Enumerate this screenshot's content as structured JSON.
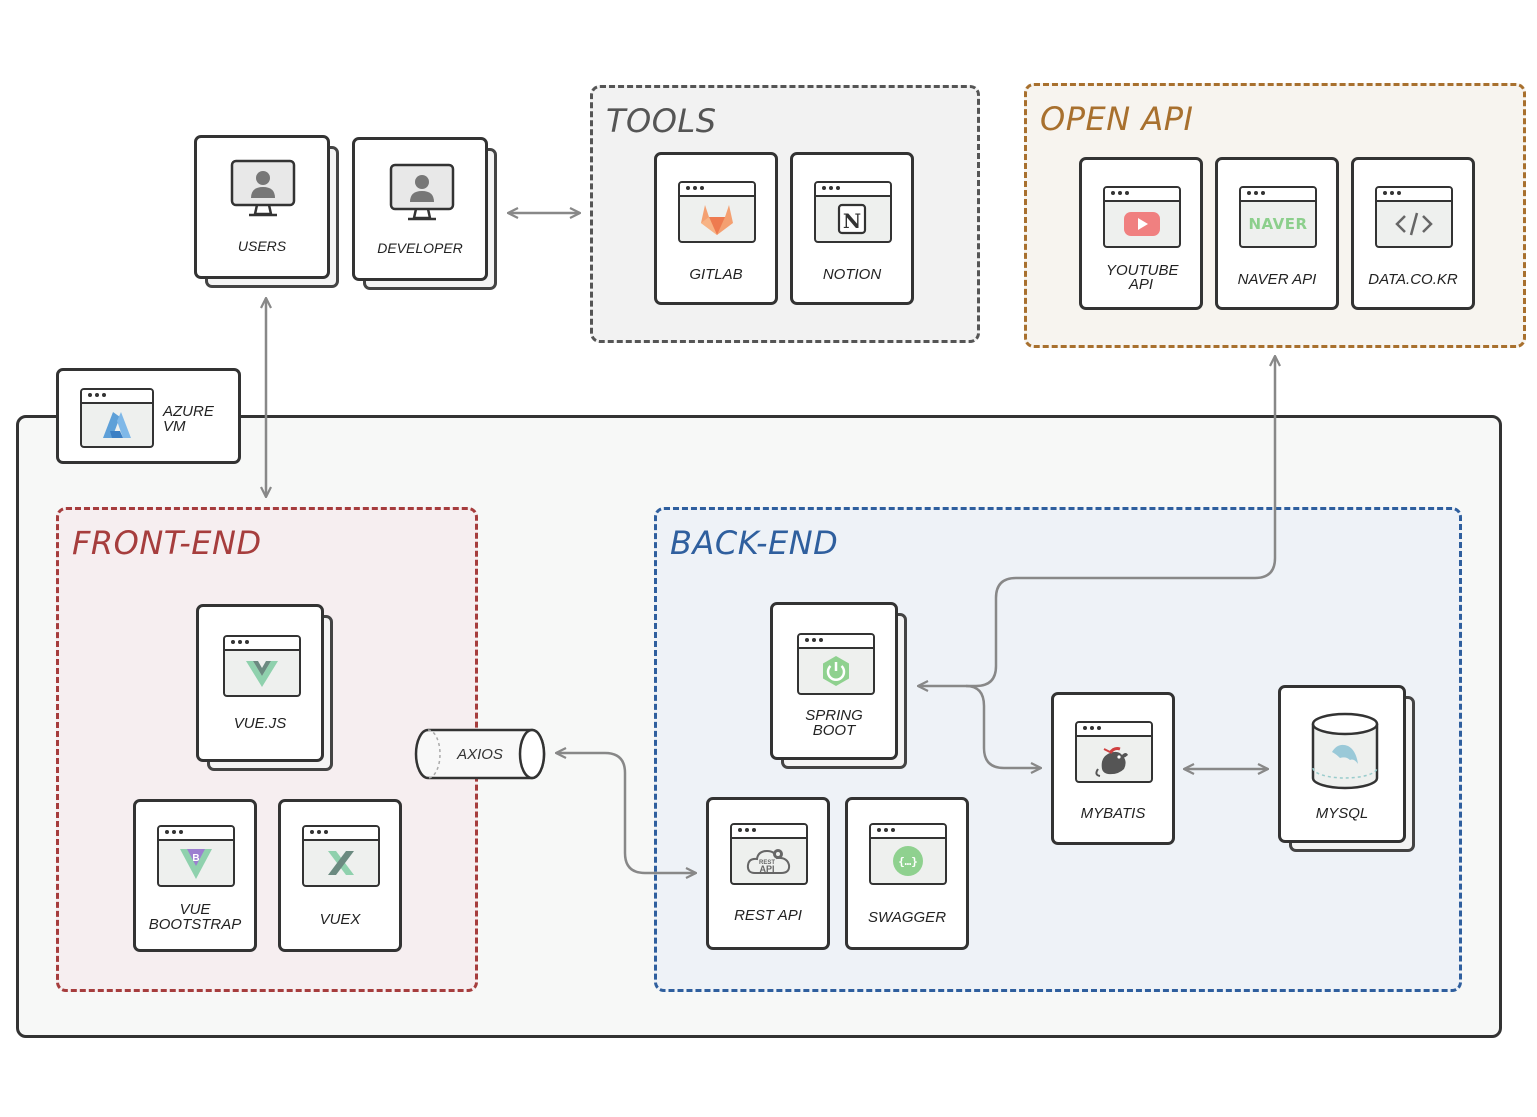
{
  "groups": {
    "tools": {
      "title": "TOOLS",
      "color": "#555555"
    },
    "open_api": {
      "title": "OPEN API",
      "color": "#a8702e"
    },
    "front_end": {
      "title": "FRONT-END",
      "color": "#a63d3d"
    },
    "back_end": {
      "title": "BACK-END",
      "color": "#2f5f9e"
    }
  },
  "nodes": {
    "users": {
      "label": "USERS",
      "icon": "user-monitor-icon"
    },
    "developer": {
      "label": "DEVELOPER",
      "icon": "user-monitor-icon"
    },
    "gitlab": {
      "label": "GITLAB",
      "icon": "gitlab-icon"
    },
    "notion": {
      "label": "NOTION",
      "icon": "notion-icon"
    },
    "youtube": {
      "label": "YOUTUBE API",
      "icon": "youtube-icon"
    },
    "naver": {
      "label": "NAVER API",
      "icon": "naver-icon",
      "logo_text": "NAVER"
    },
    "data": {
      "label": "DATA.CO.KR",
      "icon": "code-icon"
    },
    "azure": {
      "label": "AZURE VM",
      "icon": "azure-icon"
    },
    "vuejs": {
      "label": "VUE.JS",
      "icon": "vue-icon"
    },
    "vue_bootstrap": {
      "label": "VUE BOOTSTRAP",
      "icon": "bootstrap-vue-icon"
    },
    "vuex": {
      "label": "VUEX",
      "icon": "vuex-icon"
    },
    "axios": {
      "label": "AXIOS",
      "icon": "pipe-icon"
    },
    "spring_boot": {
      "label": "SPRING BOOT",
      "icon": "spring-power-icon"
    },
    "rest_api": {
      "label": "REST API",
      "icon": "rest-api-cloud-icon",
      "logo_text": "REST API"
    },
    "swagger": {
      "label": "SWAGGER",
      "icon": "swagger-icon"
    },
    "mybatis": {
      "label": "MYBATIS",
      "icon": "mybatis-bird-icon"
    },
    "mysql": {
      "label": "MYSQL",
      "icon": "database-cylinder-icon"
    }
  }
}
